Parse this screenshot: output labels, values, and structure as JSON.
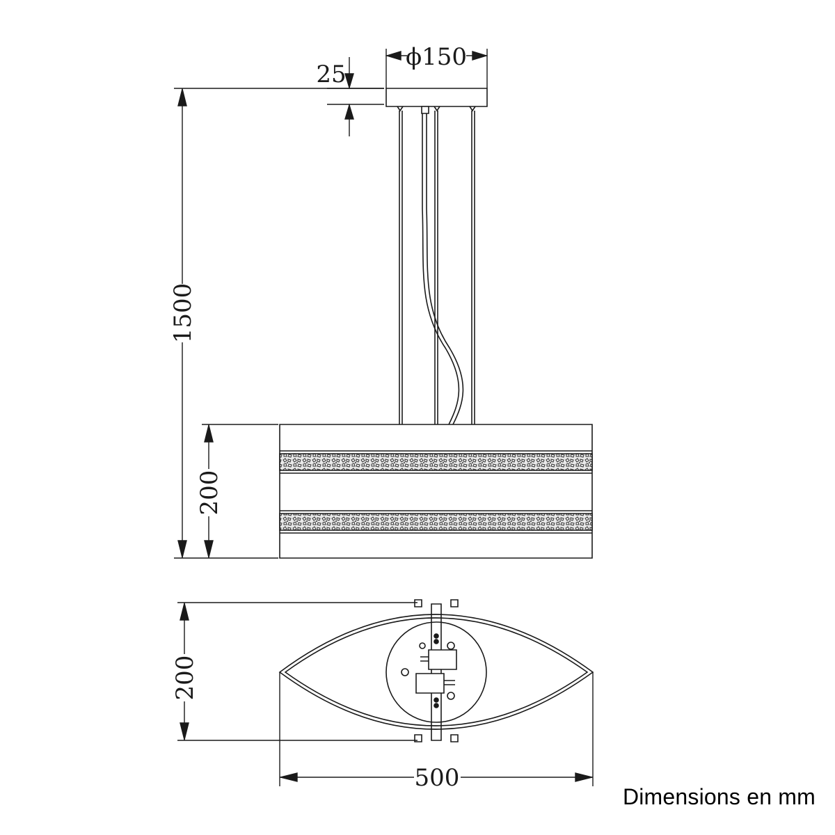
{
  "dimensions": {
    "canopy_diameter": "ϕ150",
    "canopy_height": "25",
    "overall_height": "1500",
    "shade_height": "200",
    "shade_depth": "200",
    "shade_width": "500"
  },
  "caption": "Dimensions en mm",
  "colors": {
    "line": "#1a1a1a",
    "background": "#ffffff"
  }
}
